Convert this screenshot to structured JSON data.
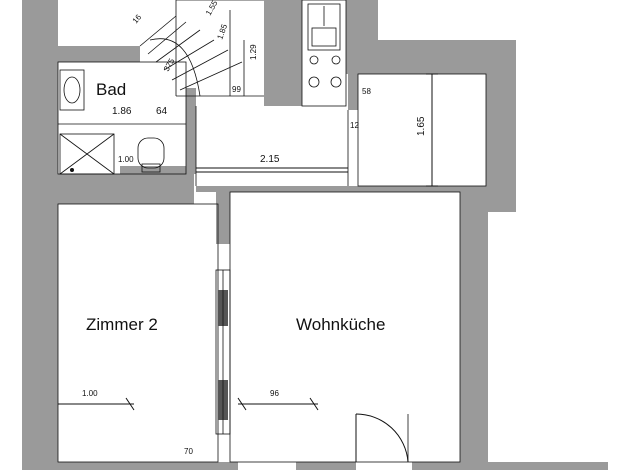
{
  "rooms": {
    "bad": "Bad",
    "zimmer": "Zimmer 2",
    "wohnkueche": "Wohnküche"
  },
  "dimensions": {
    "d_186": "1.86",
    "d_64": "64",
    "d_100_bath": "1.00",
    "d_215": "2.15",
    "d_12": "12",
    "d_58": "58",
    "d_165": "1.65",
    "d_99": "99",
    "d_129": "1.29",
    "d_100_room": "1.00",
    "d_96": "96",
    "d_70": "70",
    "d_155": "1.55",
    "d_185": "1.85",
    "d_16": "16",
    "d_375": "375"
  },
  "colors": {
    "wall": "#9a9a9a",
    "ink": "#111111",
    "background": "#ffffff"
  }
}
